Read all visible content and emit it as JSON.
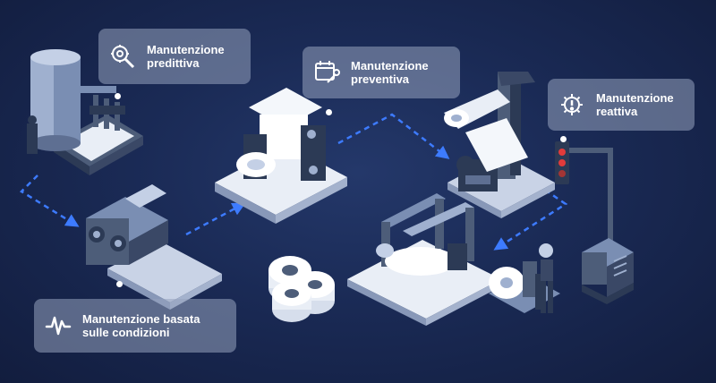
{
  "callouts": {
    "predictive": {
      "label": "Manutenzione\npredittiva",
      "icon": "gear-search-icon"
    },
    "preventive": {
      "label": "Manutenzione\npreventiva",
      "icon": "calendar-wrench-icon"
    },
    "reactive": {
      "label": "Manutenzione\nreattiva",
      "icon": "gear-alert-icon"
    },
    "condition": {
      "label": "Manutenzione basata\nsulle condizioni",
      "icon": "pulse-icon"
    }
  },
  "colors": {
    "background": "#1a2a55",
    "callout_fill": "#96a2be",
    "flow_arrow": "#3d7bff",
    "machine_light": "#e9eef6",
    "machine_body": "#4d5d79",
    "machine_dark": "#2c3a55",
    "signal_red": "#e23b3b"
  }
}
